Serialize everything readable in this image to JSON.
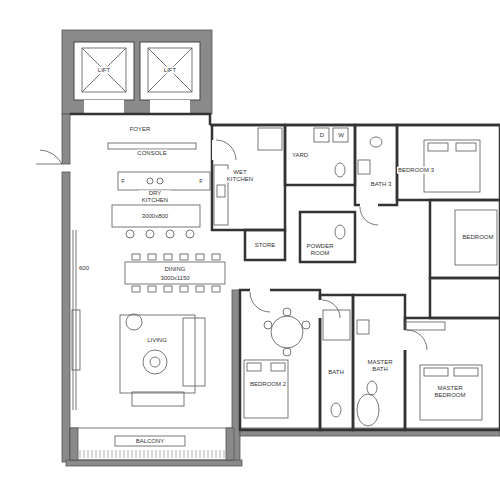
{
  "diagram": {
    "labels": [
      "LIFT",
      "LIFT",
      "FOYER",
      "CONSOLE",
      "F",
      "F",
      "DRY KITCHEN",
      "3000x800",
      "WET KITCHEN",
      "YARD",
      "D",
      "W",
      "BATH 3",
      "BEDROOM 3",
      "STORE",
      "POWDER ROOM",
      "BEDROOM",
      "DINING",
      "3000x1150",
      "600",
      "LIVING",
      "BEDROOM 2",
      "BATH",
      "MASTER BATH",
      "MASTER BEDROOM",
      "BALCONY"
    ]
  }
}
